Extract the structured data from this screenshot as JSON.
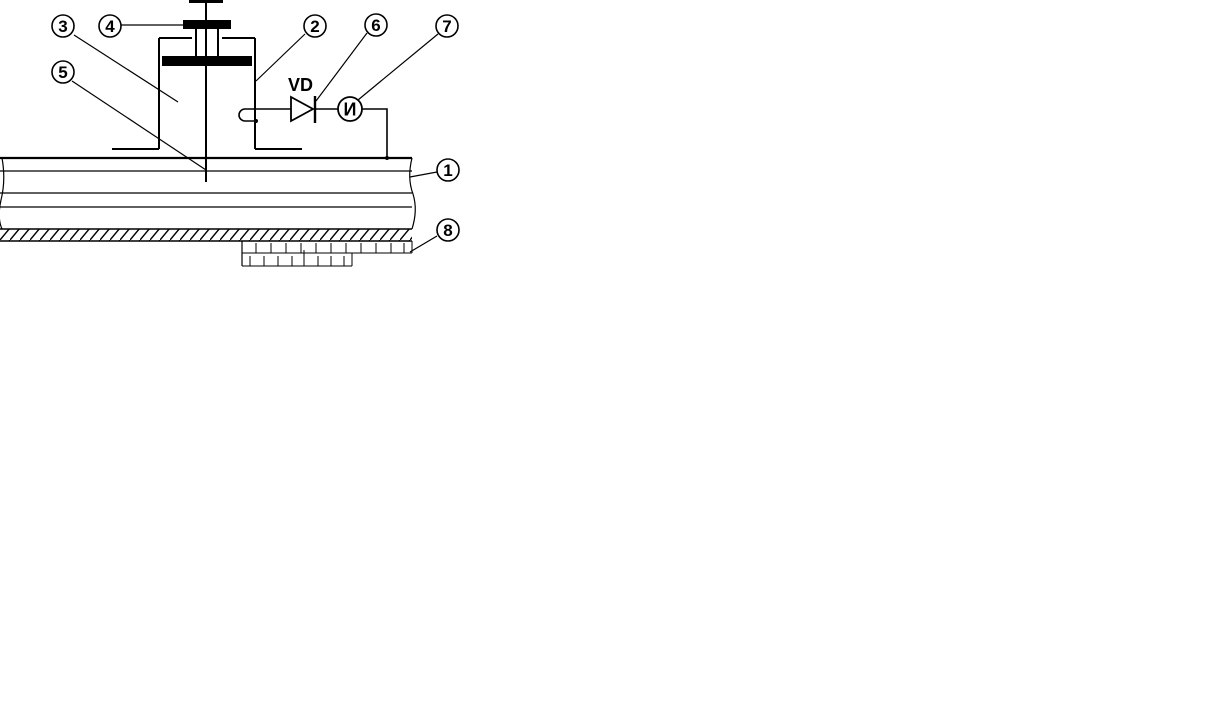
{
  "diagram": {
    "callouts": {
      "c1": "1",
      "c2": "2",
      "c3": "3",
      "c4": "4",
      "c5": "5",
      "c6": "6",
      "c7": "7",
      "c8": "8"
    },
    "diode_label": "VD",
    "meter_label": "И"
  }
}
